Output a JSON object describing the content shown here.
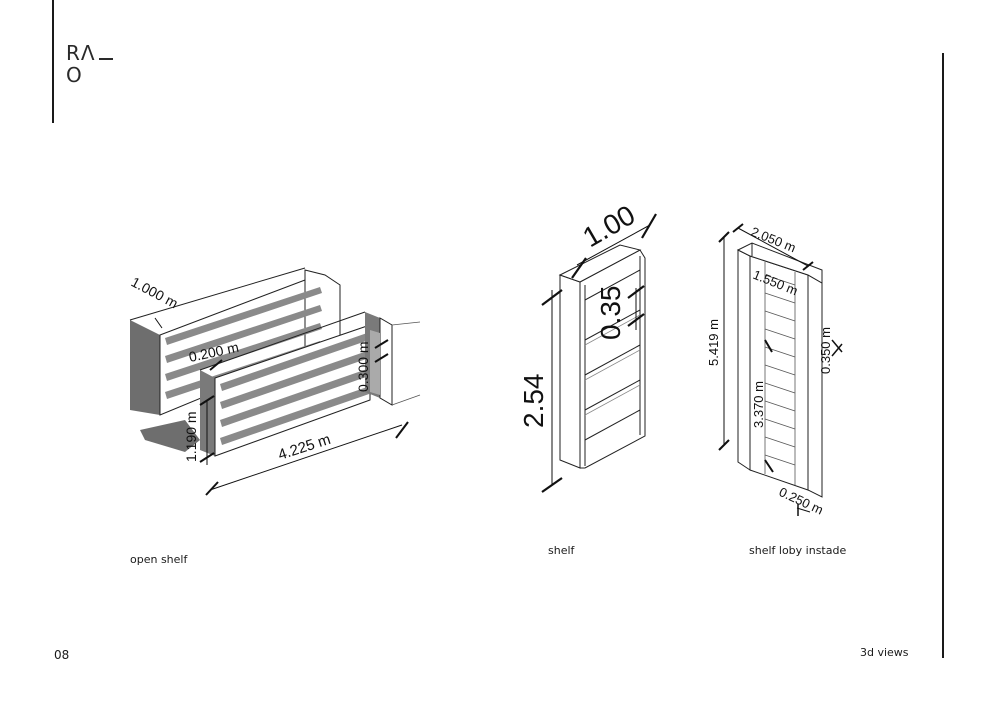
{
  "logo": {
    "line1": "RΛ",
    "line2": "O"
  },
  "page_number": "08",
  "section_label": "3d views",
  "views": [
    {
      "caption": "open shelf",
      "dimensions": {
        "depth": "1.000 m",
        "shelf_gap": "0.200 m",
        "end_gap": "0.300 m",
        "height": "1.190 m",
        "length": "4.225 m"
      }
    },
    {
      "caption": "shelf",
      "dimensions": {
        "width": "1.00",
        "height": "2.54",
        "shelf_gap": "0.35"
      }
    },
    {
      "caption": "shelf loby instade",
      "dimensions": {
        "outer_width": "2.050 m",
        "inner_width": "1.550 m",
        "height": "5.419 m",
        "depth": "0.350 m",
        "inner_height": "3.370 m",
        "thickness": "0.250 m"
      }
    }
  ]
}
